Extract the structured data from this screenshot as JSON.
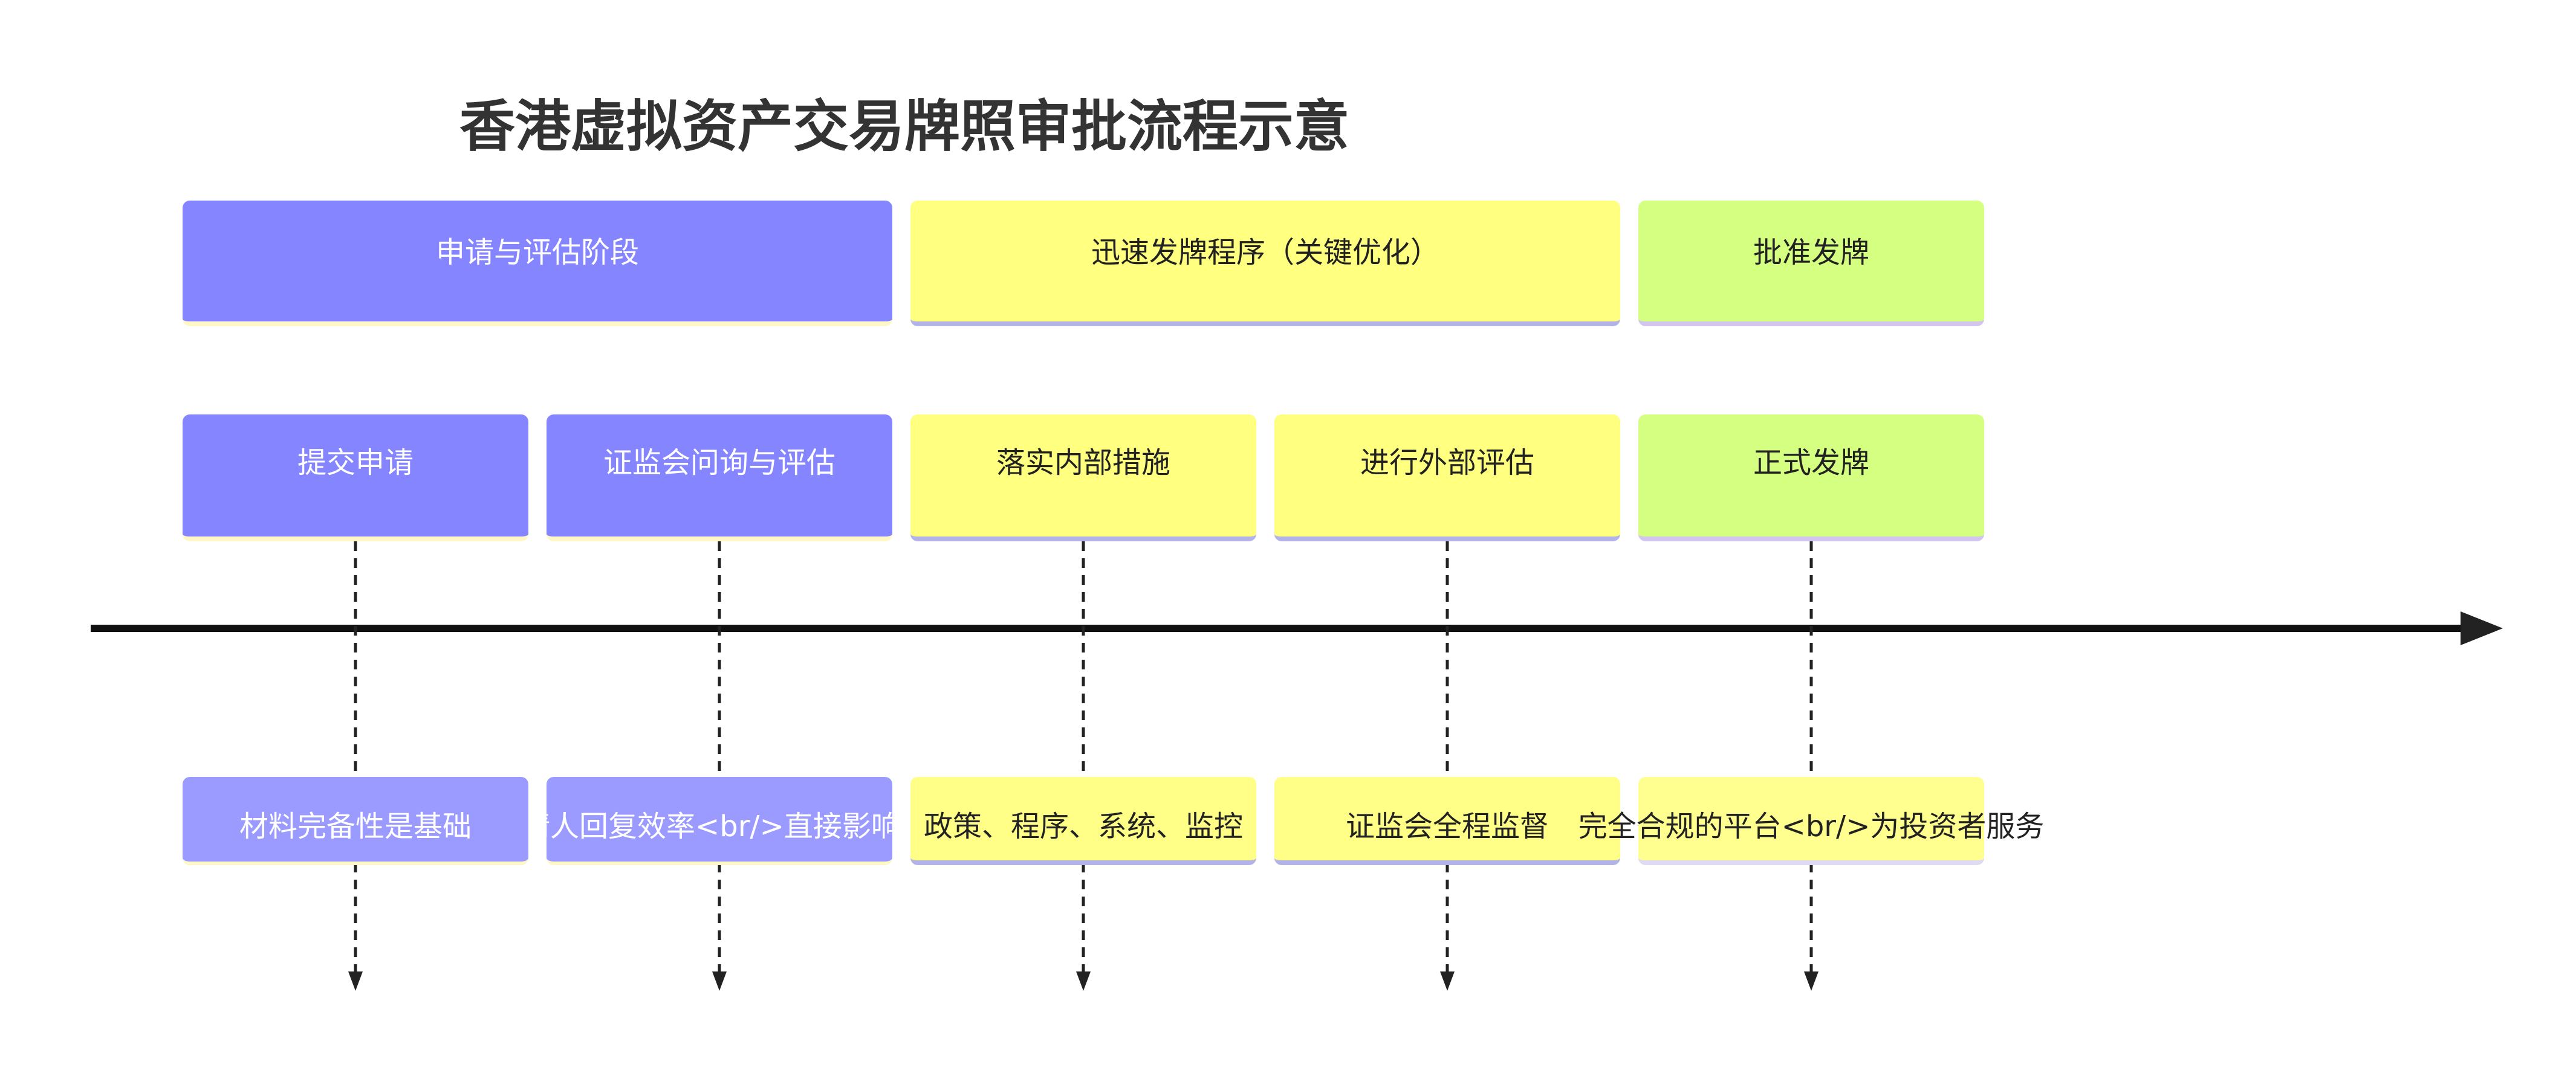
{
  "title": "香港虚拟资产交易牌照审批流程示意",
  "phases": [
    {
      "label": "申请与评估阶段",
      "color": "#8585ff"
    },
    {
      "label": "迅速发牌程序（关键优化）",
      "color": "#ffff80"
    },
    {
      "label": "批准发牌",
      "color": "#d4ff80"
    }
  ],
  "tasks": [
    {
      "label": "提交申请"
    },
    {
      "label": "证监会问询与评估"
    },
    {
      "label": "落实内部措施"
    },
    {
      "label": "进行外部评估"
    },
    {
      "label": "正式发牌"
    }
  ],
  "notes": [
    {
      "label": "材料完备性是基础"
    },
    {
      "label": "申请人回复效率<br/>直接影响"
    },
    {
      "label": "政策、程序、系统、监控"
    },
    {
      "label": "证监会全程监督"
    },
    {
      "label": "完全合规的平台<br/>为投资者服务"
    }
  ]
}
